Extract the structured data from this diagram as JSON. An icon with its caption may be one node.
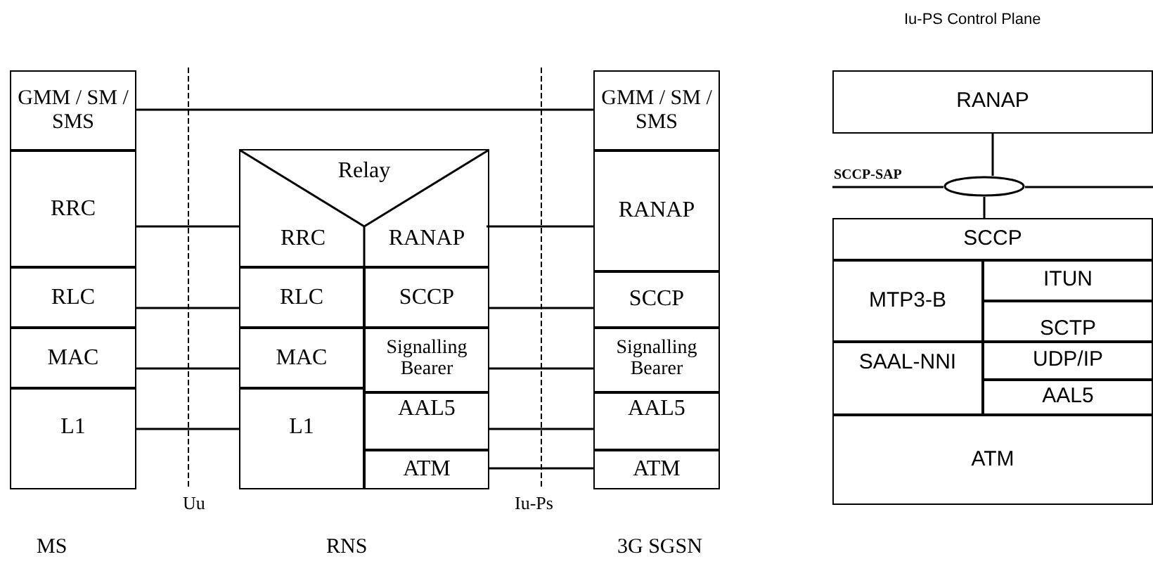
{
  "diagram": {
    "title": "Iu-PS Control Plane",
    "nodes": [
      {
        "text": [
          "GMM / SM / SMS"
        ]
      },
      {
        "text": [
          "RRC"
        ]
      },
      {
        "text": [
          "RLC"
        ]
      },
      {
        "text": [
          "MAC"
        ]
      },
      {
        "text": [
          "L1"
        ]
      },
      {
        "text": [
          "Relay"
        ]
      },
      {
        "text": [
          "RRC"
        ],
        "in": 5
      },
      {
        "text": [
          "RANAP"
        ],
        "in": 5
      },
      {
        "text": [
          "RLC"
        ]
      },
      {
        "text": [
          "SCCP"
        ]
      },
      {
        "text": [
          "MAC"
        ]
      },
      {
        "text": [
          "Signalling Bearer"
        ]
      },
      {
        "text": [
          "L1"
        ]
      },
      {
        "text": [
          "AAL5"
        ]
      },
      {
        "text": [
          "ATM"
        ]
      },
      {
        "text": [
          "GMM / SM / SMS"
        ]
      },
      {
        "text": [
          "RANAP"
        ]
      },
      {
        "text": [
          "SCCP"
        ]
      },
      {
        "text": [
          "Signalling Bearer"
        ]
      },
      {
        "text": [
          "AAL5"
        ]
      },
      {
        "text": [
          "ATM"
        ]
      },
      {
        "text": [
          "RANAP"
        ]
      },
      {
        "text": [],
        "shape": "ellipse",
        "beside": [
          "SCCP-SAP"
        ]
      },
      {
        "text": [
          "SCCP"
        ]
      },
      {
        "text": [
          "MTP3-B"
        ]
      },
      {
        "text": [
          "ITUN"
        ]
      },
      {
        "text": [
          "SCTP"
        ]
      },
      {
        "text": [
          "SAAL-NNI"
        ]
      },
      {
        "text": [
          "UDP/IP"
        ]
      },
      {
        "text": [
          "AAL5"
        ]
      },
      {
        "text": [
          "ATM"
        ]
      }
    ],
    "edges": [
      {
        "from": 0,
        "to": 15,
        "arrow": "none"
      },
      {
        "from": 1,
        "to": 6,
        "arrow": "none"
      },
      {
        "from": 2,
        "to": 8,
        "arrow": "none"
      },
      {
        "from": 3,
        "to": 10,
        "arrow": "none"
      },
      {
        "from": 4,
        "to": 12,
        "arrow": "none"
      },
      {
        "from": 7,
        "to": 16,
        "arrow": "none"
      },
      {
        "from": 9,
        "to": 17,
        "arrow": "none"
      },
      {
        "from": 11,
        "to": 18,
        "arrow": "none"
      },
      {
        "from": 13,
        "to": 19,
        "arrow": "none"
      },
      {
        "from": 14,
        "to": 20,
        "arrow": "none"
      },
      {
        "from": 21,
        "to": 22,
        "arrow": "none"
      },
      {
        "from": 22,
        "to": 23,
        "arrow": "none"
      },
      {
        "from": null,
        "to": 22,
        "arrow": "none"
      },
      {
        "from": 22,
        "to": null,
        "arrow": "none"
      }
    ],
    "labels": [
      "Uu",
      "Iu-Ps",
      "MS",
      "RNS",
      "3G SGSN"
    ]
  }
}
